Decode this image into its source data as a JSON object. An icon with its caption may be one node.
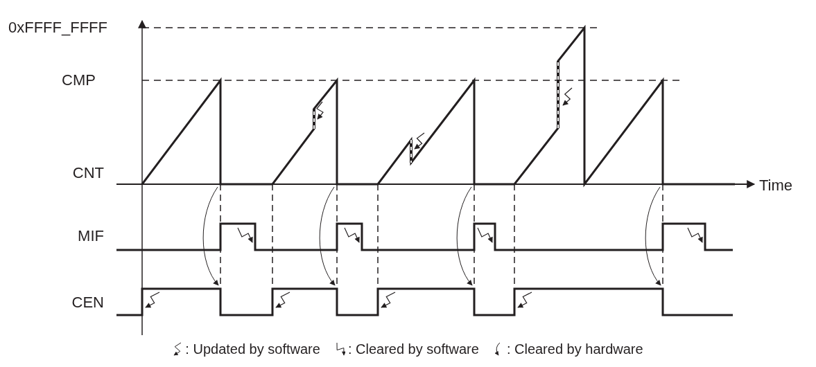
{
  "diagram": {
    "labels": [
      "0xFFFF_FFFF",
      "CMP",
      "CNT",
      "Time",
      "MIF",
      "CEN"
    ],
    "legend": [
      {
        "text": ": Updated by software"
      },
      {
        "text": ": Cleared by software"
      },
      {
        "text": ": Cleared by hardware"
      }
    ]
  }
}
